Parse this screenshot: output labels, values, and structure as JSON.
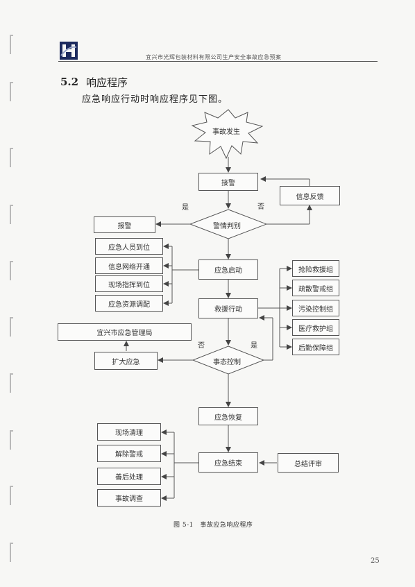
{
  "header": {
    "company_text": "宜兴市光辉包装材料有限公司生产安全事故应急预案"
  },
  "section": {
    "number": "5.2",
    "title": "响应程序",
    "intro": "应急响应行动时响应程序见下图。"
  },
  "flowchart": {
    "start": "事故发生",
    "receive": "接警",
    "feedback": "信息反馈",
    "judge": "警情判别",
    "yes1": "是",
    "no1": "否",
    "report": "报警",
    "activate": "应急启动",
    "activate_items": [
      "应急人员到位",
      "信息网络开通",
      "现场指挥到位",
      "应急资源调配"
    ],
    "rescue": "救援行动",
    "rescue_groups": [
      "抢险救援组",
      "疏散警戒组",
      "污染控制组",
      "医疗救护组",
      "后勤保障组"
    ],
    "agency": "宜兴市应急管理局",
    "no2": "否",
    "yes2": "是",
    "control": "事态控制",
    "expand": "扩大应急",
    "recover": "应急恢复",
    "end": "应急结束",
    "summary": "总结评审",
    "end_items": [
      "现场清理",
      "解除警戒",
      "善后处理",
      "事故调查"
    ]
  },
  "caption": "图 5-1　事故应急响应程序",
  "page_number": "25"
}
